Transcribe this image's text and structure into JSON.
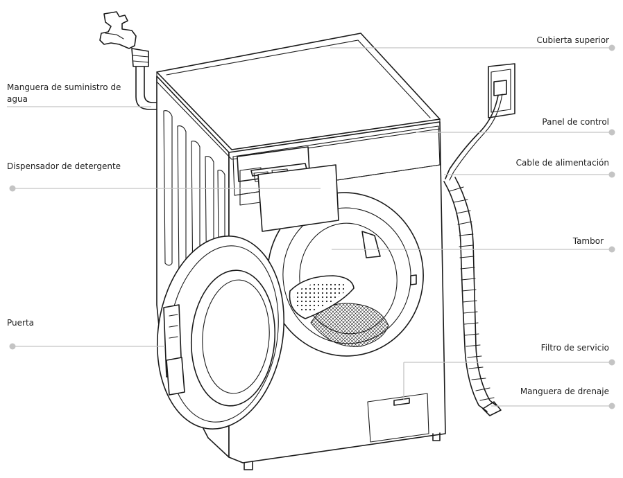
{
  "labels": {
    "top_cover": "Cubierta superior",
    "water_hose": "Manguera de suministro de agua",
    "control_panel": "Panel de control",
    "detergent": "Dispensador de detergente",
    "power_cable": "Cable de alimentación",
    "drum": "Tambor",
    "door": "Puerta",
    "service_filter": "Filtro de servicio",
    "drain_hose": "Manguera de drenaje"
  }
}
